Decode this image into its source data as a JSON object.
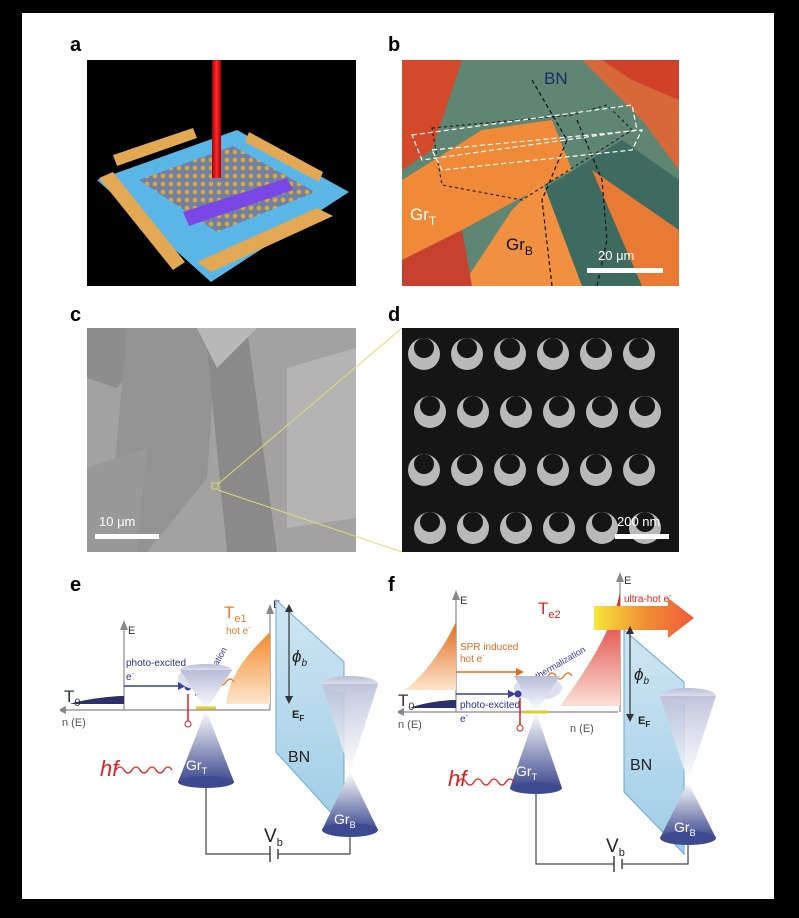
{
  "panel_labels": {
    "a": "a",
    "b": "b",
    "c": "c",
    "d": "d",
    "e": "e",
    "f": "f"
  },
  "panel_b": {
    "bn": "BN",
    "grt": "Gr",
    "grt_sub": "T",
    "grb": "Gr",
    "grb_sub": "B",
    "scale": "20 μm"
  },
  "panel_c": {
    "scale": "10 μm"
  },
  "panel_d": {
    "scale": "200 nm"
  },
  "panel_e": {
    "e_axis": "E",
    "n_axis": "n (E)",
    "t0": "T",
    "t0_sub": "0",
    "photo_excited": "photo-excited",
    "photo_e": "e",
    "minus": "-",
    "thermalization": "thermalization",
    "te": "T",
    "te_sub": "e1",
    "hot": "hot  e",
    "phi": "ϕ",
    "phi_sub": "b",
    "ef": "E",
    "ef_sub": "F",
    "hf": "hf",
    "grt": "Gr",
    "grt_sub": "T",
    "bn": "BN",
    "grb": "Gr",
    "grb_sub": "B",
    "vb": "V",
    "vb_sub": "b"
  },
  "panel_f": {
    "e_axis": "E",
    "n_axis": "n (E)",
    "t0": "T",
    "t0_sub": "0",
    "spr": "SPR induced",
    "spr_hot": "hot e",
    "photo_excited": "photo-excited",
    "photo_e": "e",
    "minus": "-",
    "thermalization": "thermalization",
    "te": "T",
    "te_sub": "e2",
    "ultra": "ultra-hot e",
    "phi": "ϕ",
    "phi_sub": "b",
    "ef": "E",
    "ef_sub": "F",
    "hf": "hf",
    "grt": "Gr",
    "grt_sub": "T",
    "bn": "BN",
    "grb": "Gr",
    "grb_sub": "B",
    "vb": "V",
    "vb_sub": "b"
  }
}
